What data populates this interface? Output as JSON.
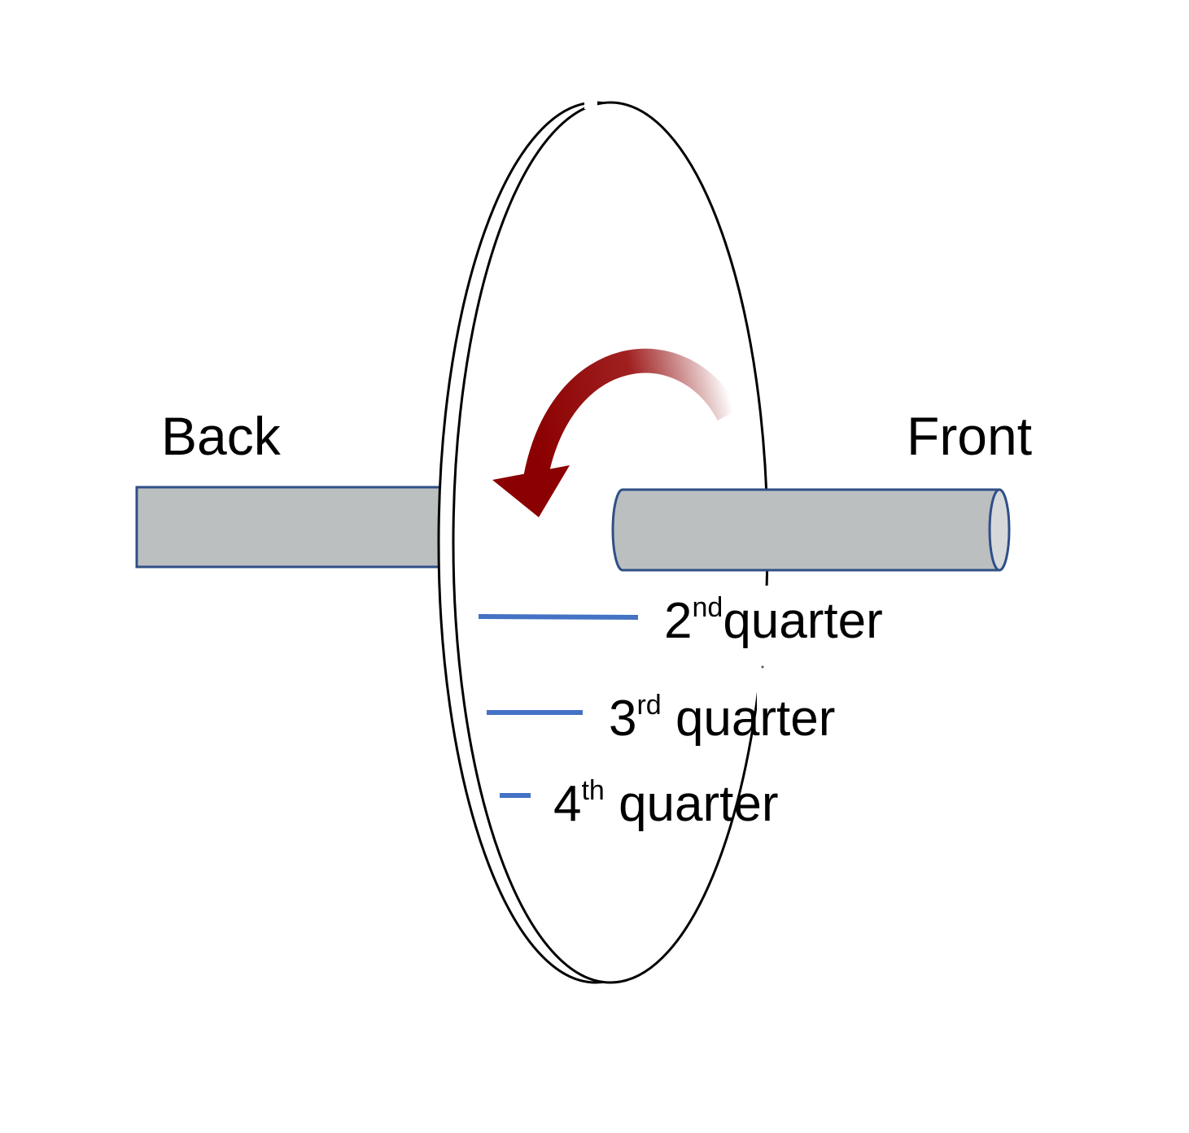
{
  "labels": {
    "back": "Back",
    "front": "Front"
  },
  "quarters": [
    {
      "num": "2",
      "sup": "nd",
      "text": "quarter"
    },
    {
      "num": "3",
      "sup": "rd",
      "text": " quarter"
    },
    {
      "num": "4",
      "sup": "th",
      "text": " quarter"
    }
  ],
  "colors": {
    "rod_fill": "#bcbfc0",
    "rod_stroke": "#2f4f86",
    "marker": "#4472c4",
    "arrow": "#8b0000",
    "outline": "#000000"
  }
}
